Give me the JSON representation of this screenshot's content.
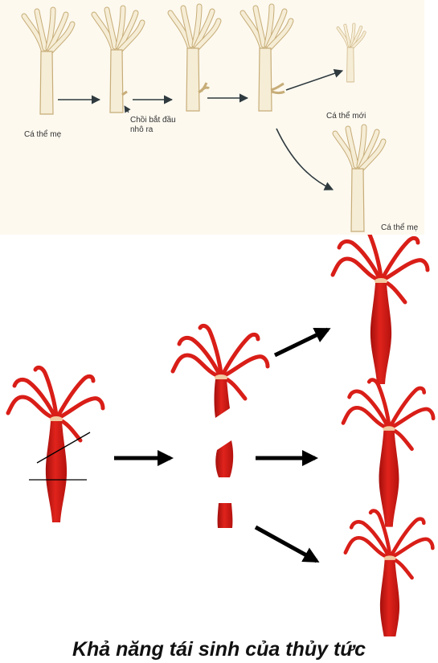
{
  "budding": {
    "labels": {
      "parent": "Cá thể mẹ",
      "bud_start_line1": "Chồi bắt đầu",
      "bud_start_line2": "nhô ra",
      "new_individual": "Cá thể mới",
      "parent_after": "Cá thể mẹ"
    }
  },
  "colors": {
    "budding_body": "#f6edd6",
    "budding_outline": "#c7ad78",
    "hydra_red": "#e0231c",
    "hydra_dark": "#a30f0c",
    "hydra_tentacle": "#d91e18",
    "arrow": "#2f3a3f"
  },
  "caption": "Khả năng tái sinh của thủy tức"
}
